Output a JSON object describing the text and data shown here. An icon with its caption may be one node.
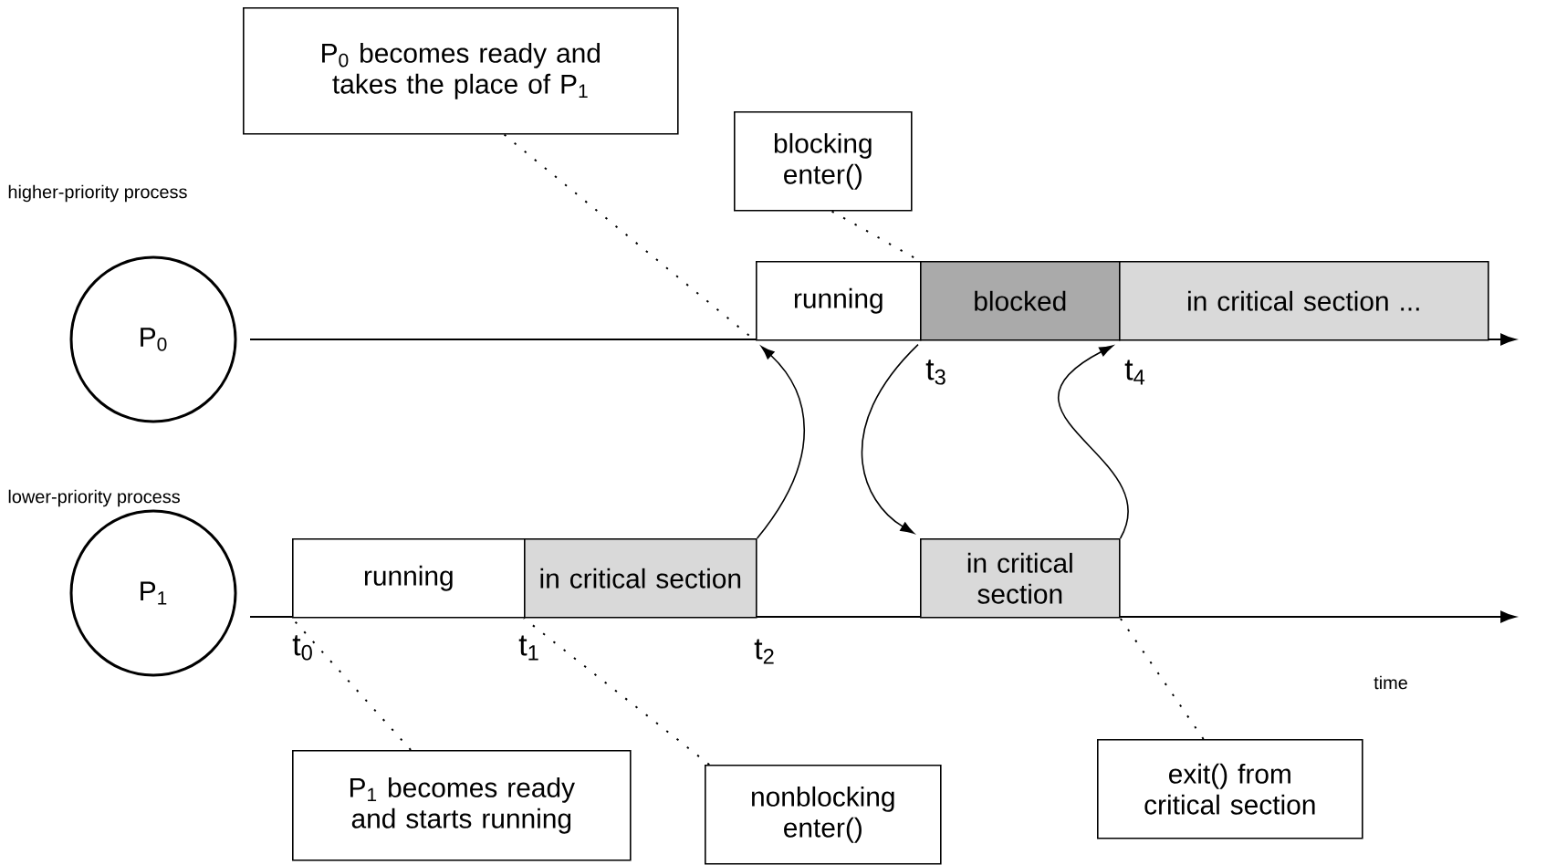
{
  "diagram": {
    "nodes": [
      {
        "text": [
          "P$_{0}$"
        ]
      },
      {
        "text": [
          "P$_{1}$"
        ]
      },
      {
        "text": [
          "P$_{0}$ becomes ready and takes the place of P$_{1}$"
        ]
      },
      {
        "text": [
          "blocking enter()"
        ]
      },
      {
        "text": [
          "running"
        ]
      },
      {
        "text": [
          "blocked"
        ]
      },
      {
        "text": [
          "in critical section ..."
        ]
      },
      {
        "text": [
          "running"
        ]
      },
      {
        "text": [
          "in critical section"
        ]
      },
      {
        "text": [
          "in critical section"
        ]
      },
      {
        "text": [
          "P$_{1}$ becomes ready and starts running"
        ]
      },
      {
        "text": [
          "nonblocking enter()"
        ]
      },
      {
        "text": [
          "exit() from critical section"
        ]
      }
    ],
    "edges": [
      {
        "from": 2,
        "to": 4,
        "arrow": "none",
        "style": "dashed"
      },
      {
        "from": 3,
        "to": 5,
        "arrow": "none",
        "style": "dashed"
      },
      {
        "from": 10,
        "to": 7,
        "arrow": "none",
        "style": "dashed"
      },
      {
        "from": 11,
        "to": 8,
        "arrow": "none",
        "style": "dashed"
      },
      {
        "from": 12,
        "to": 9,
        "arrow": "none",
        "style": "dashed"
      },
      {
        "from": 8,
        "to": 4,
        "arrow": "to"
      },
      {
        "from": 5,
        "to": 9,
        "arrow": "to"
      },
      {
        "from": 9,
        "to": 6,
        "arrow": "to"
      }
    ],
    "labels": [
      "higher-priority process",
      "lower-priority process",
      "t$_{0}$",
      "t$_{1}$",
      "t$_{2}$",
      "t$_{3}$",
      "t$_{4}$",
      "time"
    ]
  }
}
